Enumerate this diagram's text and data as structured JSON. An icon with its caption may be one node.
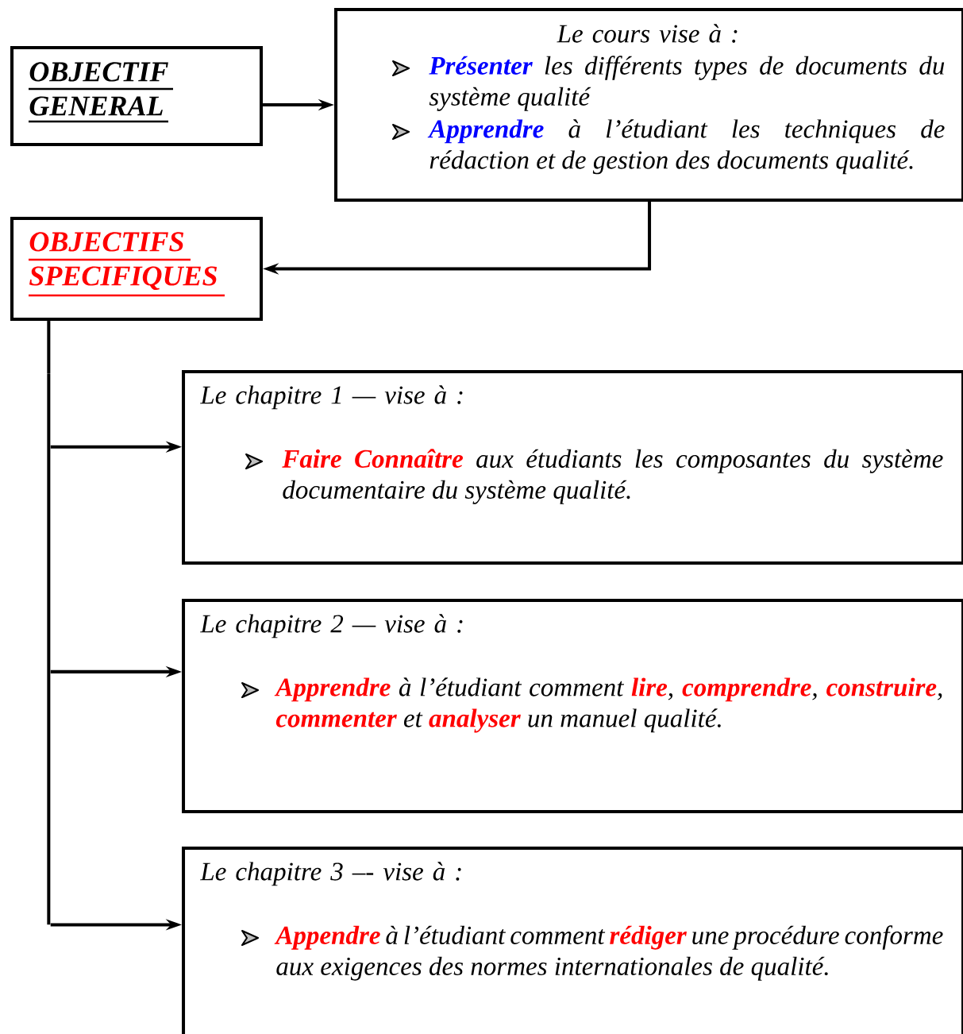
{
  "diagram": {
    "nodes": [
      {
        "text": [
          "OBJECTIF GENERAL"
        ]
      },
      {
        "text": [
          "Le cours vise à :",
          "**Présenter** les différents types de documents du système qualité",
          "**Apprendre** à l’étudiant les techniques de rédaction et de gestion des documents qualité."
        ]
      },
      {
        "text": [
          "OBJECTIFS SPECIFIQUES"
        ]
      },
      {
        "text": [],
        "shape": "bar"
      },
      {
        "text": [
          "Le chapitre 1 — vise à :",
          "**Faire Connaître** aux étudiants les composantes du système documentaire du système qualité."
        ]
      },
      {
        "text": [
          "Le chapitre 2 — vise à :",
          "**Apprendre** à l’étudiant comment **lire**, **comprendre**, **construire**, **commenter** et **analyser** un manuel qualité."
        ]
      },
      {
        "text": [
          "Le chapitre 3 –- vise à :",
          "**Appendre** à l’étudiant comment **rédiger** une procédure conforme aux exigences des normes internationales de qualité."
        ]
      }
    ],
    "edges": [
      {
        "from": 0,
        "to": 1,
        "arrow": "to"
      },
      {
        "from": 1,
        "to": 2,
        "arrow": "to"
      },
      {
        "from": 2,
        "to": 3,
        "arrow": "none"
      },
      {
        "from": 3,
        "to": 4,
        "arrow": "to"
      },
      {
        "from": 3,
        "to": 5,
        "arrow": "to"
      },
      {
        "from": 3,
        "to": 6,
        "arrow": "to"
      }
    ]
  }
}
